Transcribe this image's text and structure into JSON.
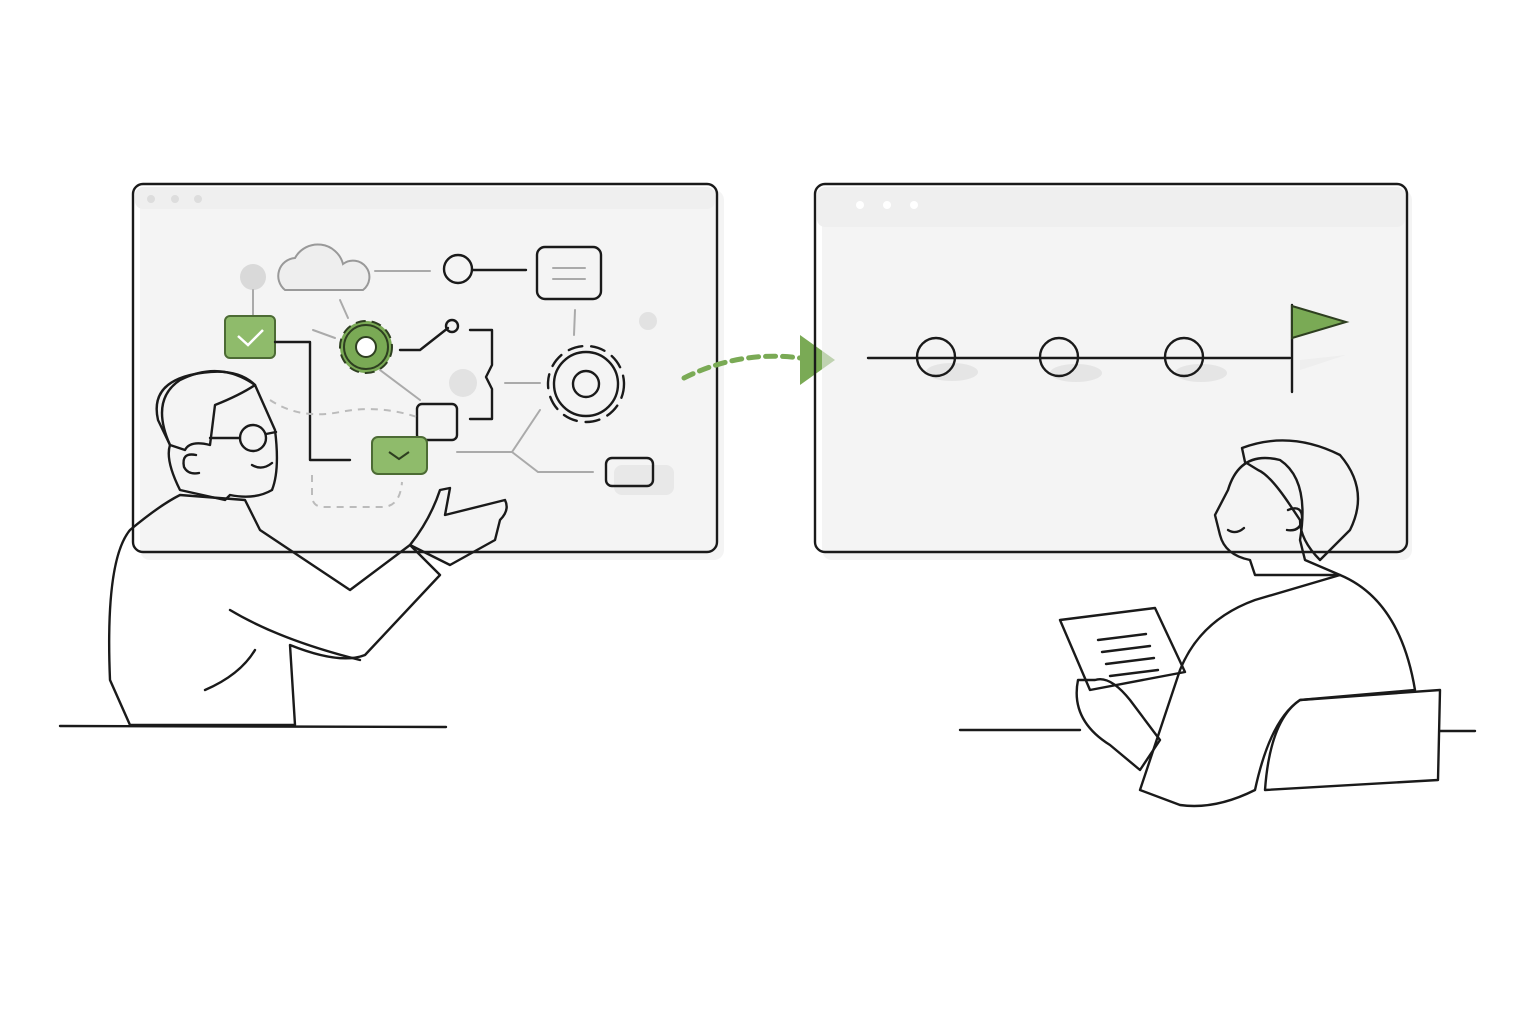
{
  "scene": {
    "description_type": "illustration",
    "left_window": {
      "icons": [
        "cloud-icon",
        "gear-icon",
        "gear-icon",
        "check-icon",
        "chevron-down-icon",
        "document-icon"
      ]
    },
    "right_window": {
      "timeline_steps": 4,
      "completed_steps": 1,
      "end_icon": "flag-icon"
    },
    "transition_icon": "dashed-arrow-icon"
  },
  "colors": {
    "accent": "#7aaa55",
    "accent_light": "#a5c98a",
    "line": "#1a1a1a",
    "muted": "#d9d9d9",
    "window_bar": "#efefef",
    "chair": "#b8b8b8",
    "hair": "#4a4a4a"
  }
}
